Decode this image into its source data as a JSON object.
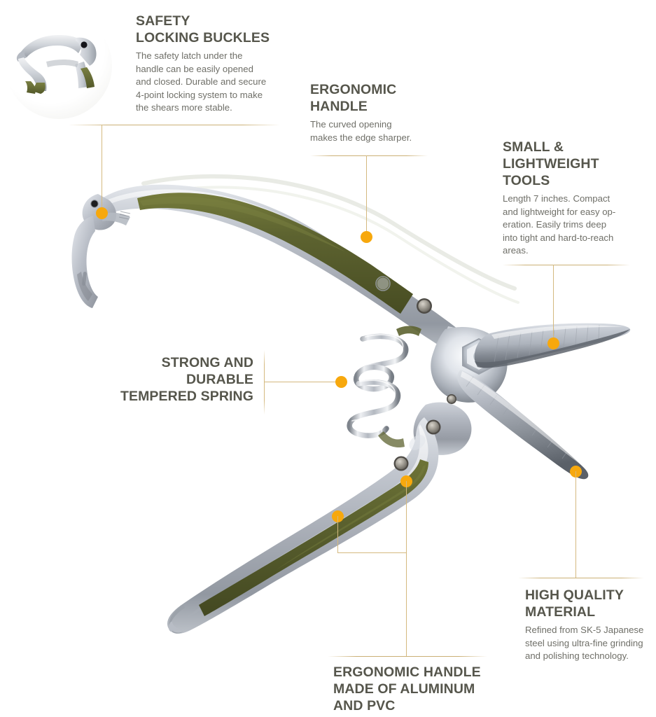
{
  "page": {
    "product": "Pruning Shears Feature Infographic",
    "background_color": "#ffffff",
    "accent_dot_color": "#f7a80d",
    "leader_line_color": "#d4b97f",
    "title_color": "#56564c",
    "body_color": "#6f6f68"
  },
  "inset": {
    "name": "safety-latch-closeup",
    "caption": ""
  },
  "callouts": [
    {
      "id": "safety-locking-buckles",
      "title": "SAFETY\nLOCKING BUCKLES",
      "body": "The safety latch under the\nhandle can be easily opened\nand closed. Durable and secure\n4-point locking system to make\nthe shears more stable.",
      "align": "left"
    },
    {
      "id": "ergonomic-handle",
      "title": "ERGONOMIC\nHANDLE",
      "body": "The curved opening\nmakes the edge sharper.",
      "align": "left"
    },
    {
      "id": "small-lightweight-tools",
      "title": "SMALL &\nLIGHTWEIGHT\nTOOLS",
      "body": "Length 7 inches. Compact\nand lightweight for easy op-\neration. Easily trims deep\ninto tight and hard-to-reach\nareas.",
      "align": "left"
    },
    {
      "id": "strong-durable-tempered-spring",
      "title": "STRONG AND\nDURABLE\nTEMPERED SPRING",
      "body": "",
      "align": "right"
    },
    {
      "id": "high-quality-material",
      "title": "HIGH QUALITY\nMATERIAL",
      "body": "Refined from SK-5 Japanese\nsteel using ultra-fine grinding\nand polishing technology.",
      "align": "left"
    },
    {
      "id": "ergonomic-handle-aluminum-pvc",
      "title": "ERGONOMIC HANDLE\nMADE OF ALUMINUM\nAND PVC",
      "body": "",
      "align": "left"
    }
  ],
  "product_colors": {
    "aluminum_light": "#d3d6dd",
    "aluminum_mid": "#a9aeb8",
    "aluminum_dark": "#82878f",
    "grip_green": "#5c6230",
    "grip_green_light": "#6f7538",
    "blade_steel": "#c3c8d0",
    "blade_steel_dark": "#6e737b",
    "spring_steel": "#b9bec6"
  }
}
